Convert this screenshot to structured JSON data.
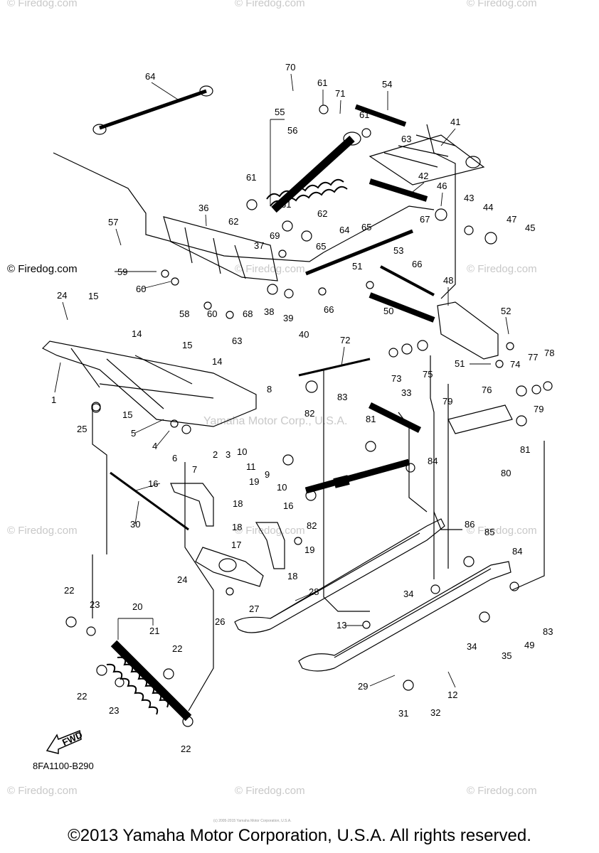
{
  "watermarks": {
    "site": "© Firedog.com",
    "center": "Yamaha Motor Corp., U.S.A."
  },
  "diagram_code": "8FA1100-B290",
  "fwd_label": "FWD",
  "footer_small": "(c) 2005-2015 Yamaha Motor Corporation, U.S.A.",
  "copyright": "©2013 Yamaha Motor Corporation, U.S.A. All rights reserved.",
  "callouts": [
    "1",
    "2",
    "3",
    "4",
    "5",
    "6",
    "7",
    "8",
    "9",
    "10",
    "11",
    "12",
    "13",
    "14",
    "15",
    "16",
    "17",
    "18",
    "19",
    "20",
    "21",
    "22",
    "23",
    "24",
    "25",
    "26",
    "27",
    "28",
    "29",
    "30",
    "31",
    "32",
    "33",
    "34",
    "35",
    "36",
    "37",
    "38",
    "39",
    "40",
    "41",
    "42",
    "43",
    "44",
    "45",
    "46",
    "47",
    "48",
    "49",
    "50",
    "51",
    "52",
    "53",
    "54",
    "55",
    "56",
    "57",
    "58",
    "59",
    "60",
    "61",
    "62",
    "63",
    "64",
    "65",
    "66",
    "67",
    "68",
    "69",
    "70",
    "71",
    "72",
    "73",
    "74",
    "75",
    "76",
    "77",
    "78",
    "79",
    "80",
    "81",
    "82",
    "83",
    "84",
    "85",
    "86"
  ]
}
